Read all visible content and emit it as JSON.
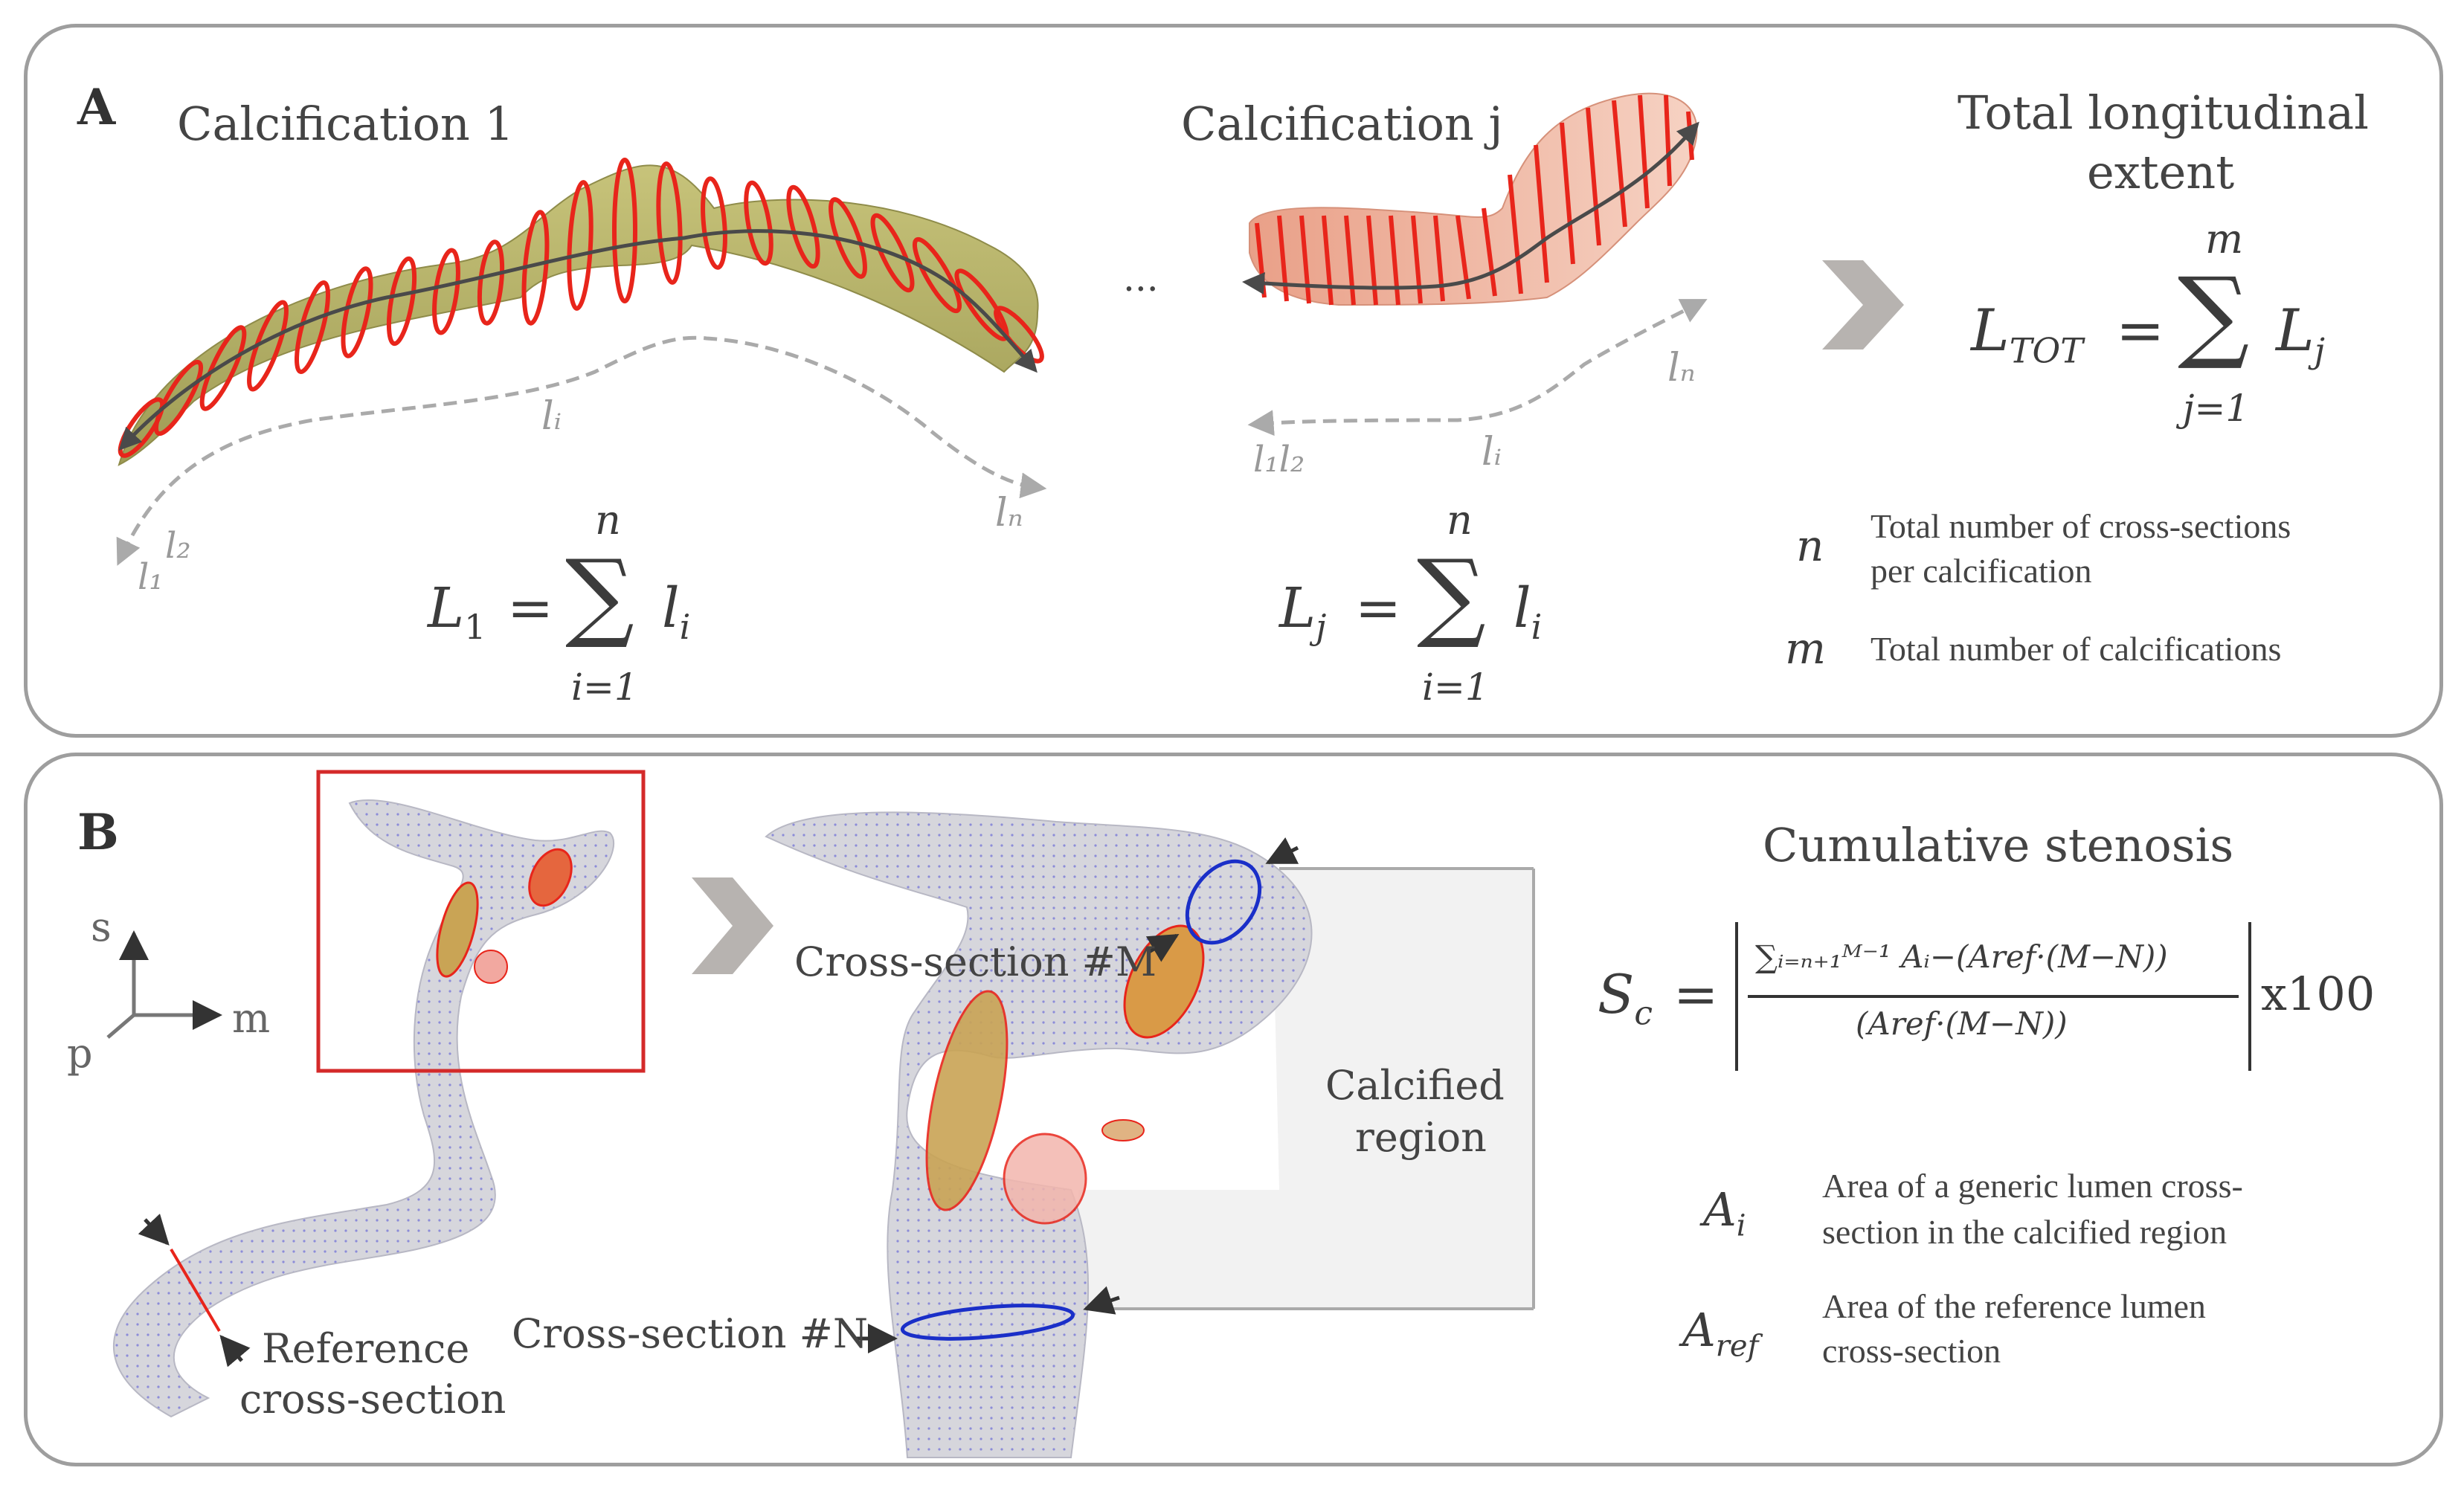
{
  "panel_a": {
    "letter": "A",
    "calc1_title": "Calcification 1",
    "calcj_title": "Calcification j",
    "ellipsis": "...",
    "total_title_line1": "Total longitudinal",
    "total_title_line2": "extent",
    "formula_l1": {
      "lhs": "L",
      "lhs_sub": "1",
      "eq": "=",
      "sum": "∑",
      "top": "n",
      "bottom": "i=1",
      "term": "l",
      "term_sub": "i"
    },
    "formula_lj": {
      "lhs": "L",
      "lhs_sub": "j",
      "eq": "=",
      "sum": "∑",
      "top": "n",
      "bottom": "i=1",
      "term": "l",
      "term_sub": "i"
    },
    "formula_tot": {
      "lhs": "L",
      "lhs_sub": "TOT",
      "eq": "=",
      "sum": "∑",
      "top": "m",
      "bottom": "j=1",
      "term": "L",
      "term_sub": "j"
    },
    "seg_labels_1": {
      "l1": "l₁",
      "l2": "l₂",
      "li": "lᵢ",
      "ln": "lₙ"
    },
    "seg_labels_j": {
      "l1": "l₁l₂",
      "li": "lᵢ",
      "ln": "lₙ"
    },
    "legend": [
      {
        "symbol": "n",
        "text_line1": "Total number of cross-sections",
        "text_line2": "per calcification"
      },
      {
        "symbol": "m",
        "text_line1": "Total number of calcifications",
        "text_line2": ""
      }
    ]
  },
  "panel_b": {
    "letter": "B",
    "axes": {
      "s": "s",
      "m": "m",
      "p": "p"
    },
    "reference_line1": "Reference",
    "reference_line2": "cross-section",
    "cross_m": "Cross-section #M",
    "cross_n": "Cross-section #N",
    "calcified_line1": "Calcified",
    "calcified_line2": "region",
    "stenosis_title": "Cumulative stenosis",
    "formula_sc": {
      "lhs": "S",
      "lhs_sub": "c",
      "eq": "=",
      "numerator": "∑ᵢ₌ₙ₊₁ᴹ⁻¹ Aᵢ−(Aref·(M−N))",
      "denominator": "(Aref·(M−N))",
      "factor": "x100"
    },
    "legend": [
      {
        "symbol": "A",
        "symbol_sub": "i",
        "text_line1": "Area of a generic lumen cross-",
        "text_line2": "section in the calcified region"
      },
      {
        "symbol": "A",
        "symbol_sub": "ref",
        "text_line1": "Area of the reference lumen",
        "text_line2": "cross-section"
      }
    ]
  },
  "colors": {
    "panel_border": "#9e9e9e",
    "calcification_fill": "#b5b268",
    "calcification_j_fill": "#f0b9a3",
    "cross_section_red": "#e8251b",
    "centerline": "#4a4a4a",
    "segments": "#aaaaaa",
    "vessel": "#cfcfd6",
    "highlight_box": "#d42a2a",
    "cross_section_blue": "#1a2fc8",
    "calcified_region_bg": "#f2f2f2"
  }
}
